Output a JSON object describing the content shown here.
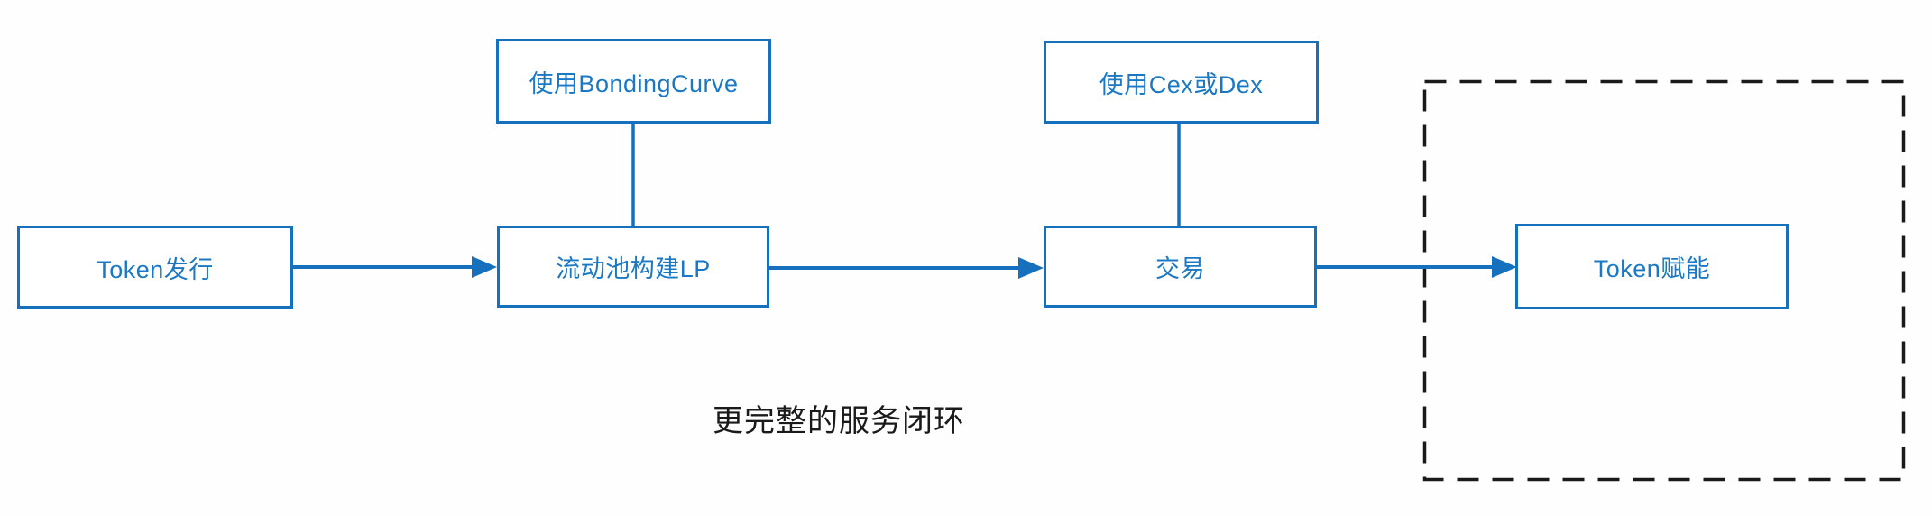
{
  "diagram": {
    "type": "flowchart",
    "caption": "更完整的服务闭环",
    "nodes": [
      {
        "id": "token-issue",
        "label": "Token发行"
      },
      {
        "id": "bonding-curve",
        "label": "使用BondingCurve"
      },
      {
        "id": "liquidity-pool",
        "label": "流动池构建LP"
      },
      {
        "id": "cex-dex",
        "label": "使用Cex或Dex"
      },
      {
        "id": "trade",
        "label": "交易"
      },
      {
        "id": "token-empower",
        "label": "Token赋能"
      }
    ],
    "edges": [
      {
        "from": "token-issue",
        "to": "liquidity-pool",
        "style": "arrow"
      },
      {
        "from": "bonding-curve",
        "to": "liquidity-pool",
        "style": "line"
      },
      {
        "from": "liquidity-pool",
        "to": "trade",
        "style": "arrow"
      },
      {
        "from": "cex-dex",
        "to": "trade",
        "style": "line"
      },
      {
        "from": "trade",
        "to": "token-empower",
        "style": "arrow"
      }
    ],
    "groups": [
      {
        "id": "dashed-region",
        "contains": [
          "token-empower"
        ],
        "border": "dashed"
      }
    ],
    "colors": {
      "accent_blue": "#1570bd",
      "node_text_blue": "#1b78c4",
      "dashed_border": "#1a1a1a",
      "caption_text": "#1a1a1a",
      "background": "#ffffff"
    }
  }
}
